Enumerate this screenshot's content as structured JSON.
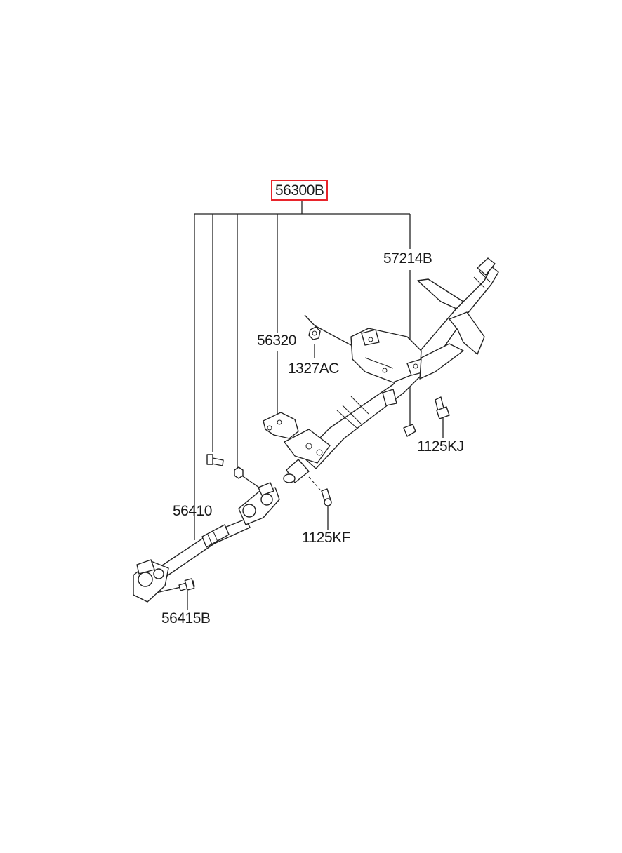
{
  "assembly_label": "56300B",
  "labels": {
    "bracket_lower": "56320",
    "nut": "1327AC",
    "bracket_upper": "57214B",
    "bolt_right": "1125KJ",
    "shaft": "56410",
    "bolt_center": "1125KF",
    "bolt_joint": "56415B"
  },
  "colors": {
    "highlight_box": "#e8242b",
    "line": "#222222"
  }
}
